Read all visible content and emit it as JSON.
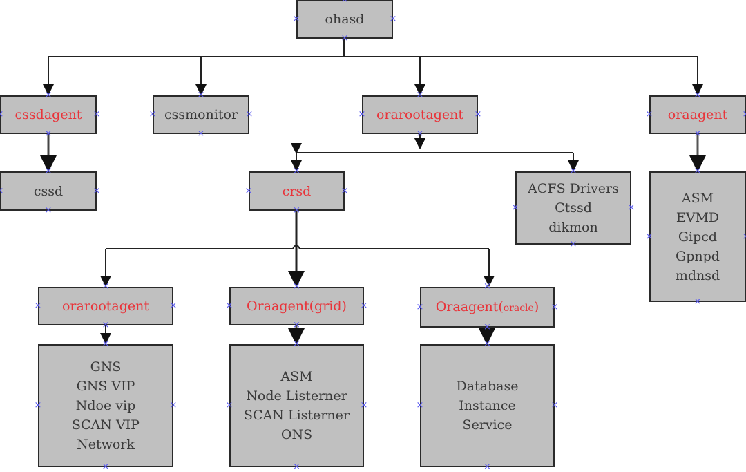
{
  "diagram": {
    "nodes": {
      "ohasd": {
        "lines": [
          "ohasd"
        ],
        "highlight": false
      },
      "cssdagent": {
        "lines": [
          "cssdagent"
        ],
        "highlight": true
      },
      "cssmonitor": {
        "lines": [
          "cssmonitor"
        ],
        "highlight": false
      },
      "orarootagent_top": {
        "lines": [
          "orarootagent"
        ],
        "highlight": true
      },
      "oraagent_top": {
        "lines": [
          "oraagent"
        ],
        "highlight": true
      },
      "cssd": {
        "lines": [
          "cssd"
        ],
        "highlight": false
      },
      "crsd": {
        "lines": [
          "crsd"
        ],
        "highlight": true
      },
      "acfs_group": {
        "lines": [
          "ACFS Drivers",
          "Ctssd",
          "dikmon"
        ],
        "highlight": false
      },
      "oraagent_services": {
        "lines": [
          "ASM",
          "EVMD",
          "Gipcd",
          "Gpnpd",
          "mdnsd"
        ],
        "highlight": false
      },
      "orarootagent_crsd": {
        "lines": [
          "orarootagent"
        ],
        "highlight": true
      },
      "oraagent_grid": {
        "lines": [
          "Oraagent(grid)"
        ],
        "highlight": true
      },
      "oraagent_oracle": {
        "lines": [
          "Oraagent("
        ],
        "suffix": "oracle",
        "close": ")",
        "highlight": true
      },
      "orarootagent_resources": {
        "lines": [
          "GNS",
          "GNS VIP",
          "Ndoe vip",
          "SCAN VIP",
          "Network"
        ],
        "highlight": false
      },
      "grid_resources": {
        "lines": [
          "ASM",
          "Node Listerner",
          "SCAN Listerner",
          "ONS"
        ],
        "highlight": false
      },
      "oracle_resources": {
        "lines": [
          "Database",
          "Instance",
          "Service"
        ],
        "highlight": false
      }
    },
    "edges": [
      [
        "ohasd",
        "cssdagent"
      ],
      [
        "ohasd",
        "cssmonitor"
      ],
      [
        "ohasd",
        "orarootagent_top"
      ],
      [
        "ohasd",
        "oraagent_top"
      ],
      [
        "cssdagent",
        "cssd"
      ],
      [
        "orarootagent_top",
        "crsd"
      ],
      [
        "orarootagent_top",
        "acfs_group"
      ],
      [
        "oraagent_top",
        "oraagent_services"
      ],
      [
        "crsd",
        "orarootagent_crsd"
      ],
      [
        "crsd",
        "oraagent_grid"
      ],
      [
        "crsd",
        "oraagent_oracle"
      ],
      [
        "orarootagent_crsd",
        "orarootagent_resources"
      ],
      [
        "oraagent_grid",
        "grid_resources"
      ],
      [
        "oraagent_oracle",
        "oracle_resources"
      ]
    ],
    "colors": {
      "highlight_text": "#e8343a",
      "node_fill": "#c0c0c0",
      "marker": "#5a5af0"
    }
  }
}
